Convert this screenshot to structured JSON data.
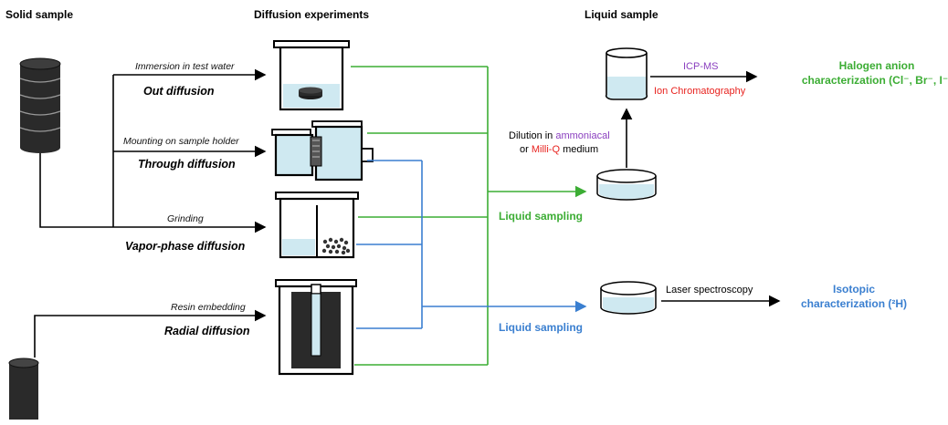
{
  "headers": {
    "solid": "Solid sample",
    "diffusion": "Diffusion experiments",
    "liquid": "Liquid sample"
  },
  "experiments": [
    {
      "step": "Immersion in test water",
      "method": "Out diffusion"
    },
    {
      "step": "Mounting on sample holder",
      "method": "Through diffusion"
    },
    {
      "step": "Grinding",
      "method": "Vapor-phase diffusion"
    },
    {
      "step": "Resin embedding",
      "method": "Radial diffusion"
    }
  ],
  "sampling": {
    "green_label": "Liquid sampling",
    "blue_label": "Liquid sampling"
  },
  "dilution": {
    "line1_prefix": "Dilution in ",
    "line1_medium": "ammoniacal",
    "line2_prefix": "or ",
    "line2_medium": "Milli-Q",
    "line2_suffix": " medium"
  },
  "analysis": {
    "icpms": "ICP-MS",
    "ion_chrom": "Ion Chromatography",
    "laser": "Laser spectroscopy"
  },
  "results": {
    "halogen_line1": "Halogen anion",
    "halogen_line2": "characterization (Cl⁻, Br⁻, I⁻)",
    "isotopic_line1": "Isotopic",
    "isotopic_line2": "characterization (²H)"
  },
  "colors": {
    "green": "#3cad34",
    "blue": "#3a7fd0",
    "purple": "#8a3fbf",
    "red": "#e8231f",
    "water": "#cfe9f1",
    "drum": "#2a2a2a"
  }
}
